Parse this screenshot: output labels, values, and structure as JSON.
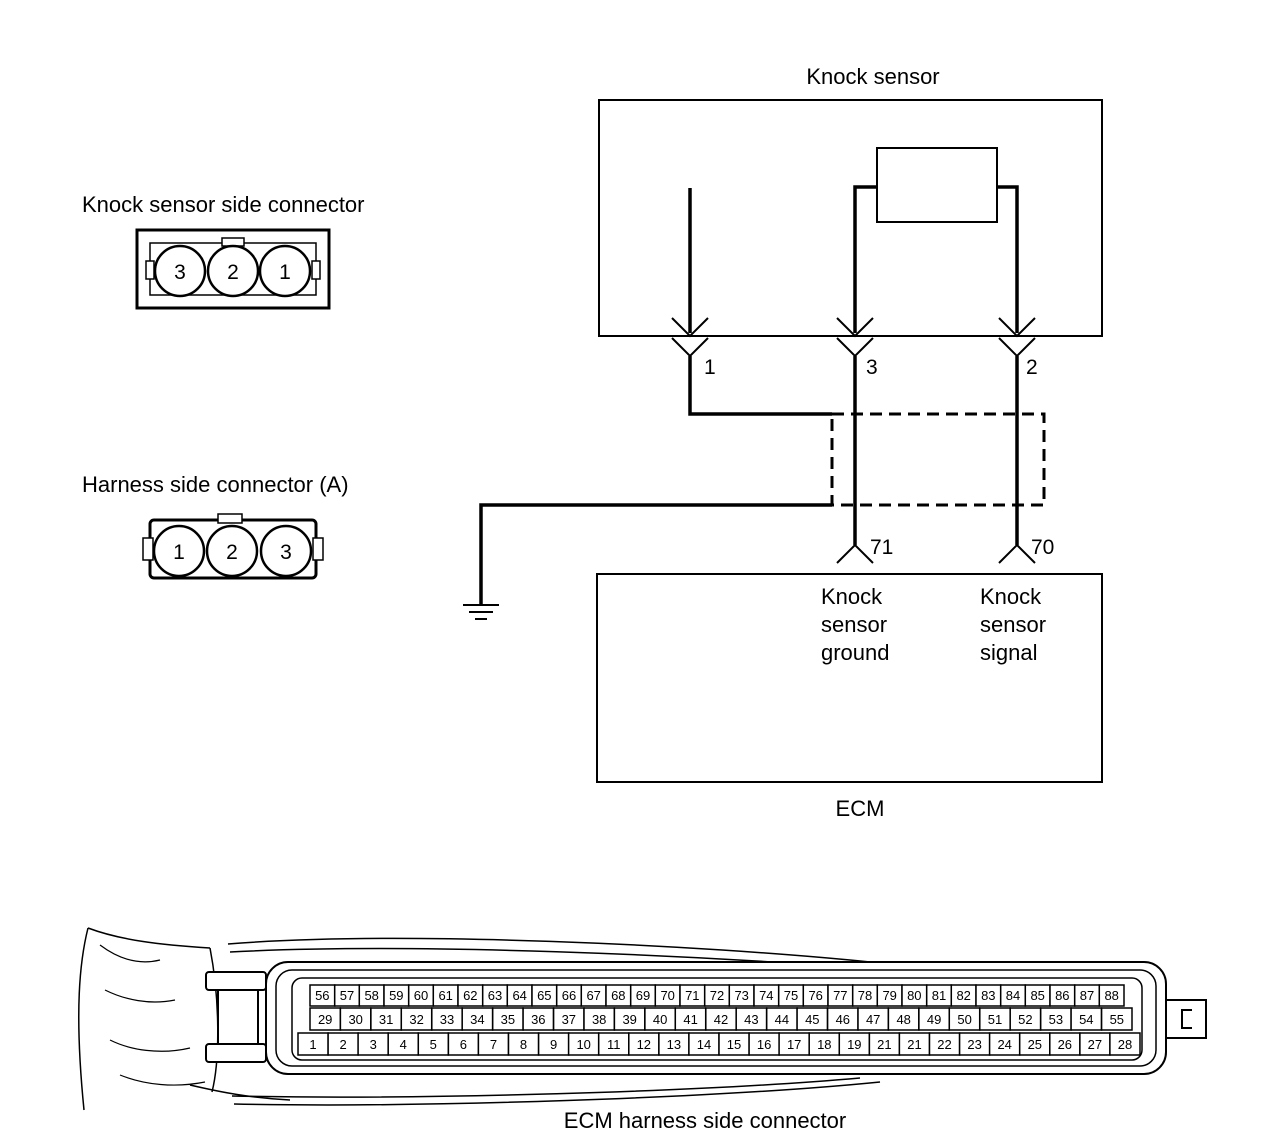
{
  "labels": {
    "knock_sensor": "Knock sensor",
    "knock_side_connector": "Knock sensor side connector",
    "harness_side_connector": "Harness side connector (A)",
    "ecm": "ECM",
    "ecm_harness_connector": "ECM harness side connector",
    "ground_line1": "Knock",
    "ground_line2": "sensor",
    "ground_line3": "ground",
    "signal_line1": "Knock",
    "signal_line2": "sensor",
    "signal_line3": "signal"
  },
  "pins": {
    "sensor_pin_1": "1",
    "sensor_pin_3": "3",
    "sensor_pin_2": "2",
    "ecm_pin_71": "71",
    "ecm_pin_70": "70"
  },
  "knock_side_connector_pins": [
    "3",
    "2",
    "1"
  ],
  "harness_side_connector_pins": [
    "1",
    "2",
    "3"
  ],
  "ecm_connector": {
    "row_top": [
      "56",
      "57",
      "58",
      "59",
      "60",
      "61",
      "62",
      "63",
      "64",
      "65",
      "66",
      "67",
      "68",
      "69",
      "70",
      "71",
      "72",
      "73",
      "74",
      "75",
      "76",
      "77",
      "78",
      "79",
      "80",
      "81",
      "82",
      "83",
      "84",
      "85",
      "86",
      "87",
      "88"
    ],
    "row_middle": [
      "29",
      "30",
      "31",
      "32",
      "33",
      "34",
      "35",
      "36",
      "37",
      "38",
      "39",
      "40",
      "41",
      "42",
      "43",
      "44",
      "45",
      "46",
      "47",
      "48",
      "49",
      "50",
      "51",
      "52",
      "53",
      "54",
      "55"
    ],
    "row_bottom": [
      "1",
      "2",
      "3",
      "4",
      "5",
      "6",
      "7",
      "8",
      "9",
      "10",
      "11",
      "12",
      "13",
      "14",
      "15",
      "16",
      "17",
      "18",
      "19",
      "21",
      "21",
      "22",
      "23",
      "24",
      "25",
      "26",
      "27",
      "28"
    ]
  }
}
